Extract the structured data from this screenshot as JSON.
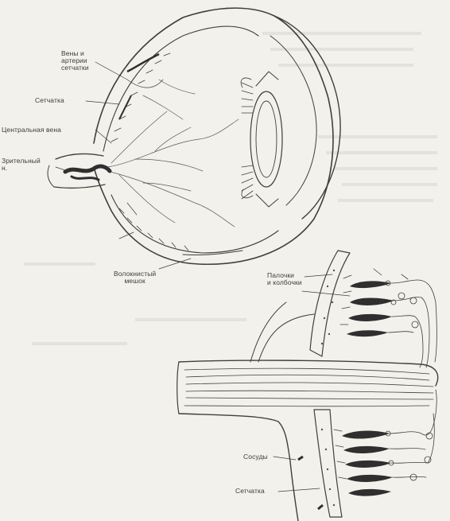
{
  "labels": {
    "veins": "Вены и\nартерии\nсетчатки",
    "retina_top": "Сетчатка",
    "central_vein": "Центральная вена",
    "optic_nerve": "Зрительный\nн.",
    "vitreous": "Волокнистый\nмешок",
    "rods_cones": "Палочки\nи колбочки",
    "choroid": "Сосуды",
    "retina_bottom": "Сетчатка"
  },
  "colors": {
    "ink": "#3f3f3f",
    "paper": "#f3f1ec",
    "dark_fill": "#2f2f2f"
  }
}
